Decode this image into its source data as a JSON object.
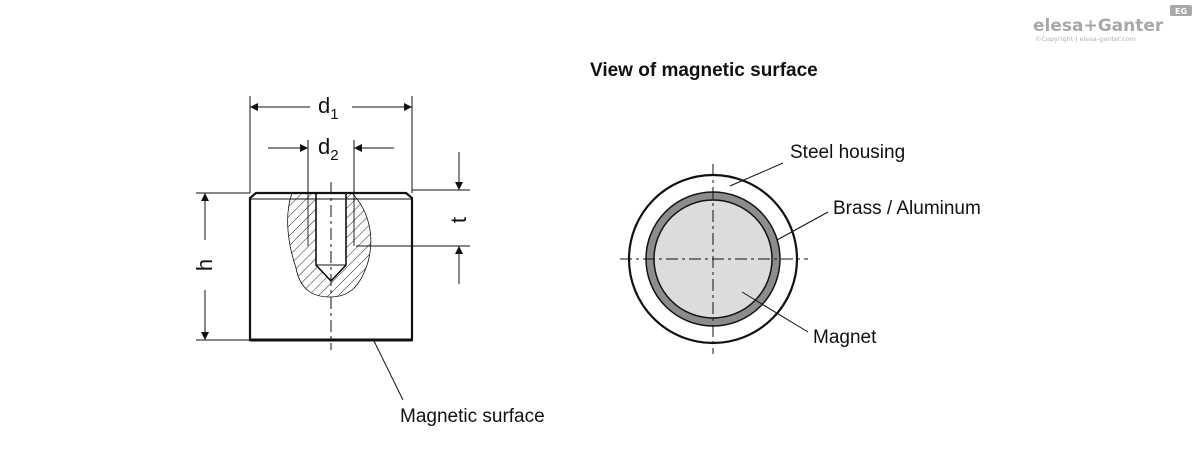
{
  "title": "View of magnetic surface",
  "dimensions": {
    "d1_main": "d",
    "d1_sub": "1",
    "d2_main": "d",
    "d2_sub": "2",
    "h": "h",
    "t": "t"
  },
  "callouts": {
    "magnetic_surface": "Magnetic surface",
    "steel_housing": "Steel housing",
    "brass_aluminum": "Brass / Aluminum",
    "magnet": "Magnet"
  },
  "brand": {
    "logo_text": "elesa+Ganter",
    "badge": "EG",
    "copyright": "©Copyright | elesa-ganter.com"
  },
  "colors": {
    "line": "#111111",
    "steel_fill": "#ffffff",
    "brass_fill": "#8c8c8c",
    "magnet_fill": "#dcdcdc",
    "brand_grey": "#a8a8a8"
  }
}
